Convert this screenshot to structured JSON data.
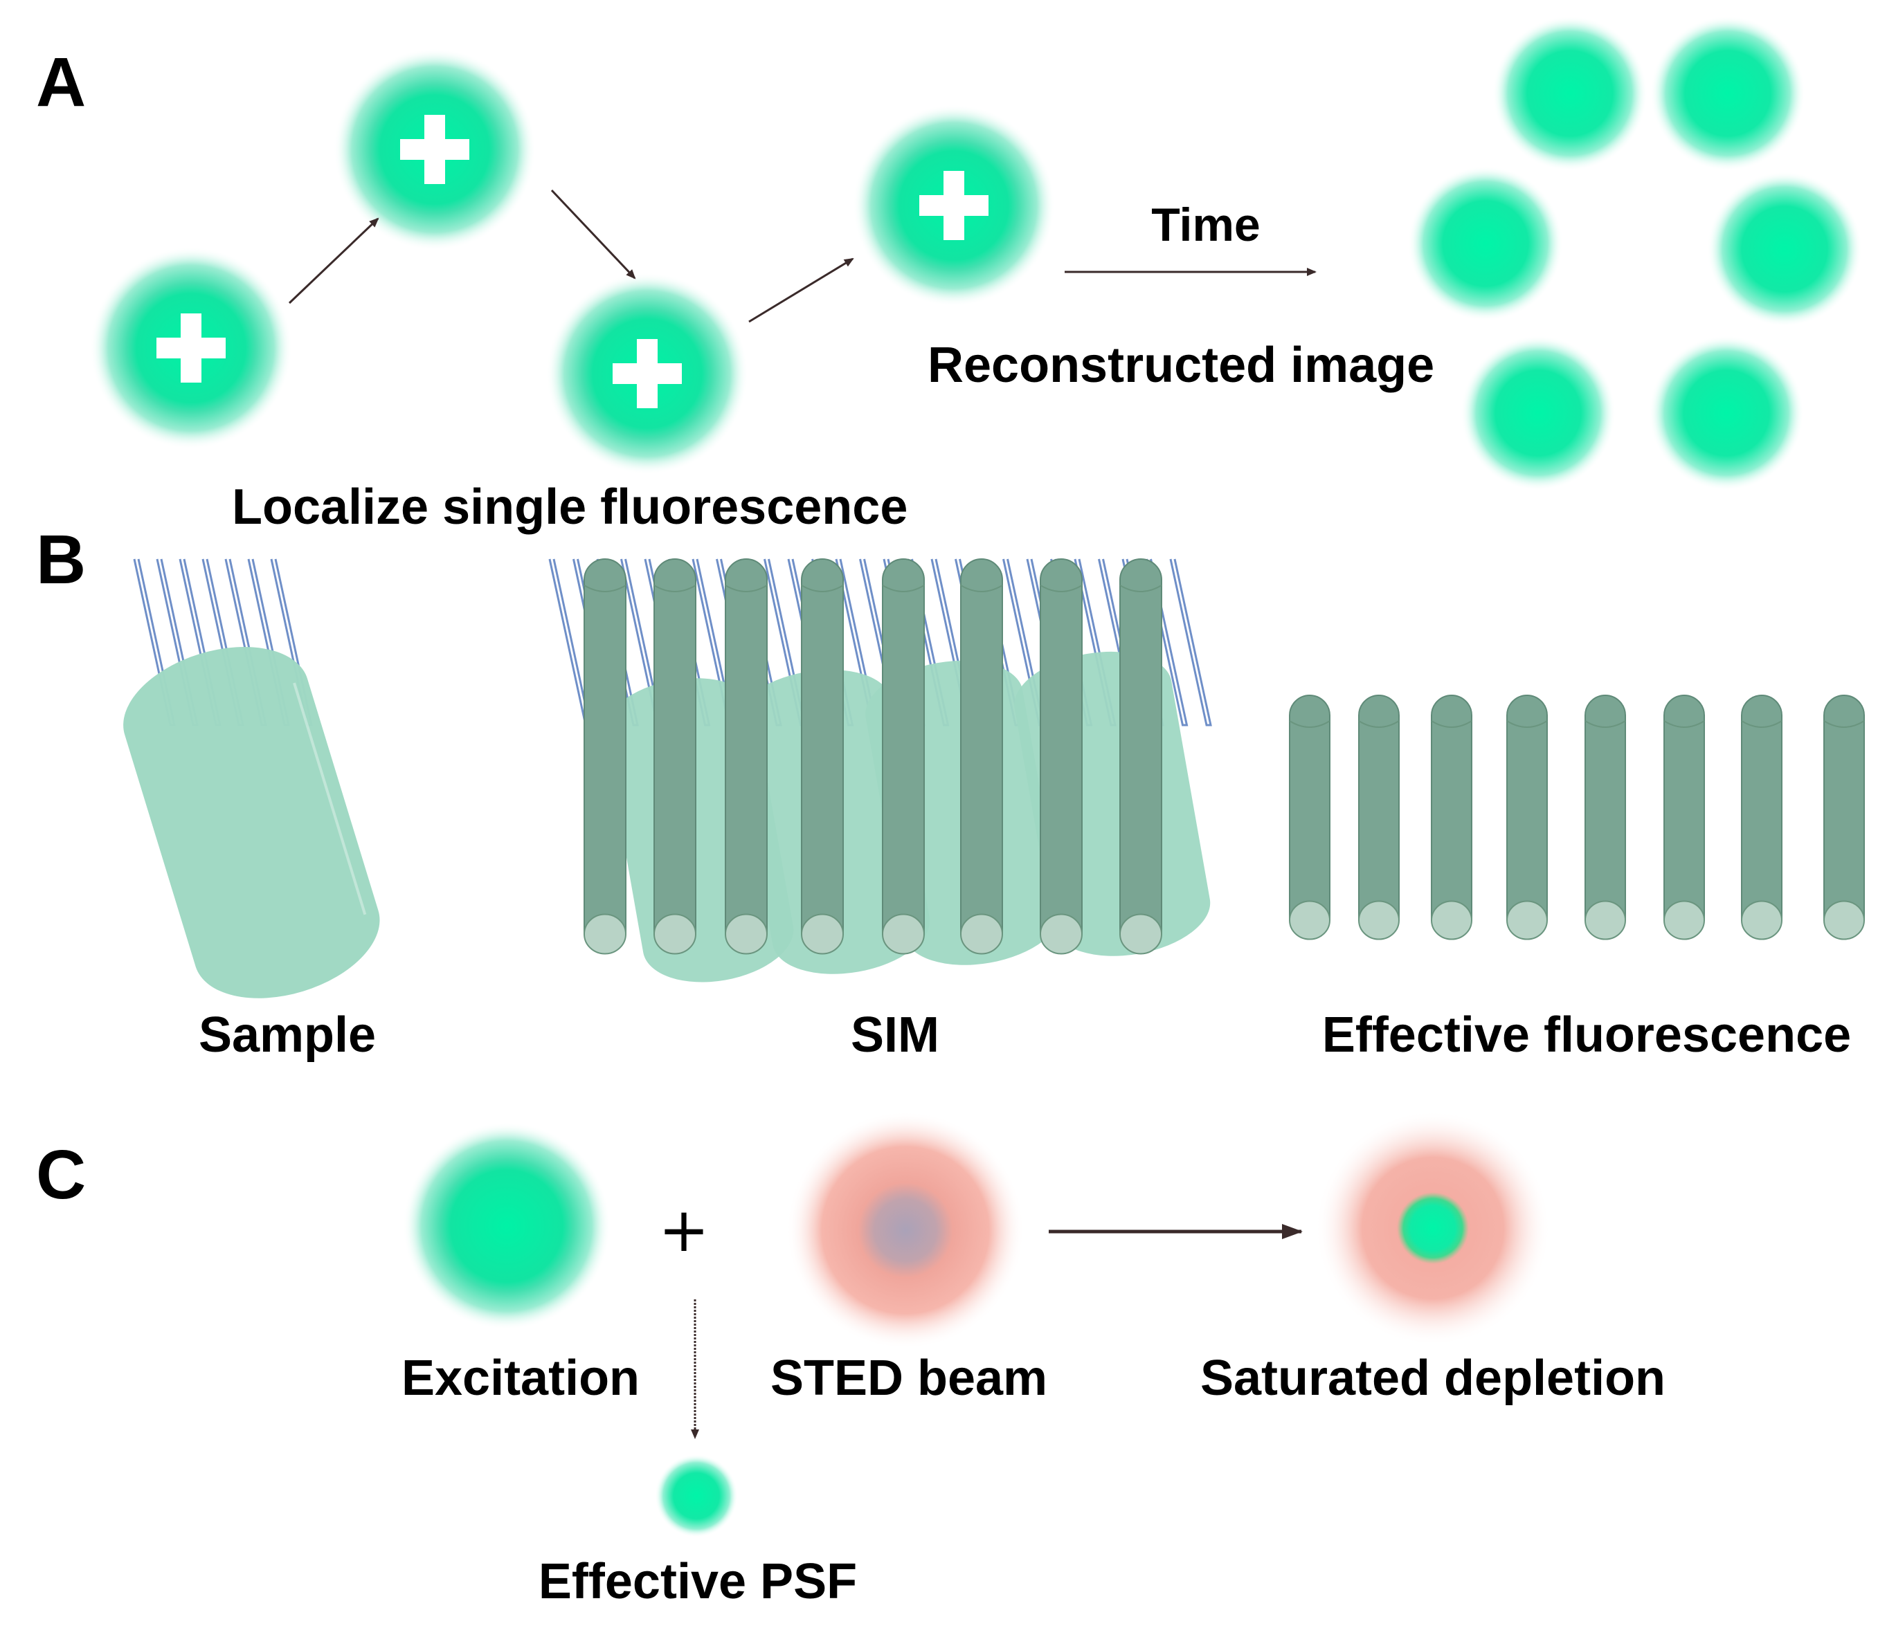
{
  "colors": {
    "fluor_core": "#00f5a8",
    "fluor_mid": "#2ad9a3",
    "fluor_halo": "#7ae8c6",
    "sample_body": "#9fd8c3",
    "sim_bar": "#7aa593",
    "sim_bar_end": "#b8d3c6",
    "line_pattern": "#6f8fc8",
    "sted_ring": "#f2a79d",
    "sted_center": "#b4a3b3",
    "arrow": "#3a2a2a"
  },
  "panel_a": {
    "label": "A",
    "caption_localize": "Localize single fluorescence",
    "caption_time": "Time",
    "caption_reconstructed": "Reconstructed image",
    "icons": {
      "emitter": "fluorescent-emitter-with-plus-icon",
      "spot": "fluorescent-spot-icon"
    }
  },
  "panel_b": {
    "label": "B",
    "caption_sample": "Sample",
    "caption_sim": "SIM",
    "caption_effective": "Effective fluorescence",
    "icons": {
      "sample": "sample-cylinder-icon",
      "pattern": "illumination-line-pattern-icon",
      "bar": "fluorescence-bar-icon"
    }
  },
  "panel_c": {
    "label": "C",
    "caption_excitation": "Excitation",
    "caption_sted": "STED beam",
    "caption_depletion": "Saturated depletion",
    "caption_psf": "Effective PSF",
    "plus_symbol": "+",
    "icons": {
      "excitation": "excitation-spot-icon",
      "sted": "sted-donut-icon",
      "psf": "effective-psf-icon"
    }
  }
}
